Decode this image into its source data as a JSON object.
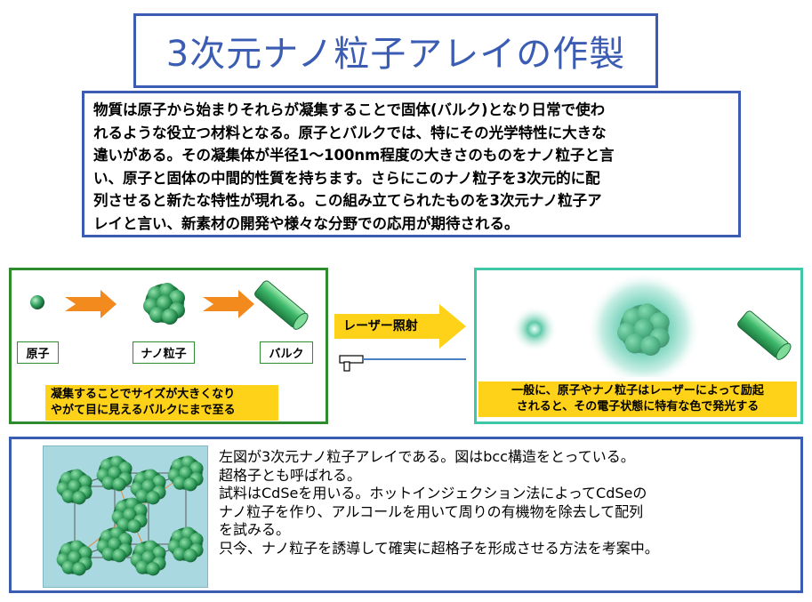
{
  "title": "3次元ナノ粒子アレイの作製",
  "intro": {
    "lines": [
      "物質は原子から始まりそれらが凝集することで固体(バルク)となり日常で使わ",
      "れるような役立つ材料となる。原子とバルクでは、特にその光学特性に大きな",
      "違いがある。その凝集体が半径1～100nm程度の大きさのものをナノ粒子と言",
      "い、原子と固体の中間的性質を持ちます。さらにこのナノ粒子を3次元的に配",
      "列させると新たな特性が現れる。この組み立てられたものを3次元ナノ粒子ア",
      "レイと言い、新素材の開発や様々な分野での応用が期待される。"
    ]
  },
  "left_panel": {
    "labels": [
      "原子",
      "ナノ粒子",
      "バルク"
    ],
    "note_lines": [
      "凝集することでサイズが大きくなり",
      "やがて目に見えるバルクにまで至る"
    ]
  },
  "laser": {
    "label": "レーザー照射"
  },
  "right_panel": {
    "note_lines": [
      "一般に、原子やナノ粒子はレーザーによって励起",
      "されると、その電子状態に特有な色で発光する"
    ]
  },
  "bottom": {
    "lines": [
      "左図が3次元ナノ粒子アレイである。図はbcc構造をとっている。",
      "超格子とも呼ばれる。",
      "試料はCdSeを用いる。ホットインジェクション法によってCdSeの",
      "ナノ粒子を作り、アルコールを用いて周りの有機物を除去して配列",
      "を試みる。",
      "只今、ナノ粒子を誘導して確実に超格子を形成させる方法を考案中。"
    ]
  },
  "colors": {
    "frame_blue": "#3a5cb3",
    "panel_green": "#2e8b2e",
    "panel_teal": "#40c7a8",
    "arrow_orange": "#f28a1e",
    "laser_yellow": "#ffd21a",
    "particle_green": "#2f9e5c"
  }
}
